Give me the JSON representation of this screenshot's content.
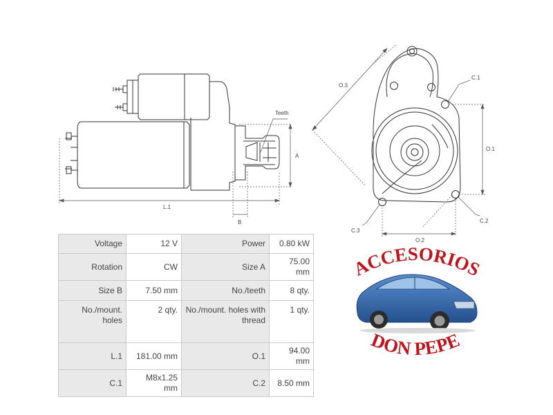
{
  "diagram": {
    "labels": {
      "teeth": "Teeth",
      "a": "A",
      "b": "B",
      "l1": "L.1",
      "o1": "O.1",
      "o2": "O.2",
      "o3": "O.3",
      "c1": "C.1",
      "c2": "C.2",
      "c3": "C.3"
    }
  },
  "specs": {
    "rows": [
      {
        "label_left": "Voltage",
        "value_left": "12 V",
        "label_right": "Power",
        "value_right": "0.80 kW"
      },
      {
        "label_left": "Rotation",
        "value_left": "CW",
        "label_right": "Size A",
        "value_right": "75.00 mm"
      },
      {
        "label_left": "Size B",
        "value_left": "7.50 mm",
        "label_right": "No./teeth",
        "value_right": "8 qty."
      },
      {
        "label_left": "No./mount. holes",
        "value_left": "2 qty.",
        "label_right": "No./mount. holes with thread",
        "value_right": "1 qty."
      },
      {
        "label_left": "L.1",
        "value_left": "181.00 mm",
        "label_right": "O.1",
        "value_right": "94.00 mm"
      },
      {
        "label_left": "C.1",
        "value_left": "M8x1.25 mm",
        "label_right": "C.2",
        "value_right": "8.50 mm"
      }
    ]
  },
  "logo": {
    "top_text": "ACCESORIOS",
    "bottom_text": "DON PEPE",
    "text_color": "#c0141c",
    "car_color": "#2f63a8"
  }
}
